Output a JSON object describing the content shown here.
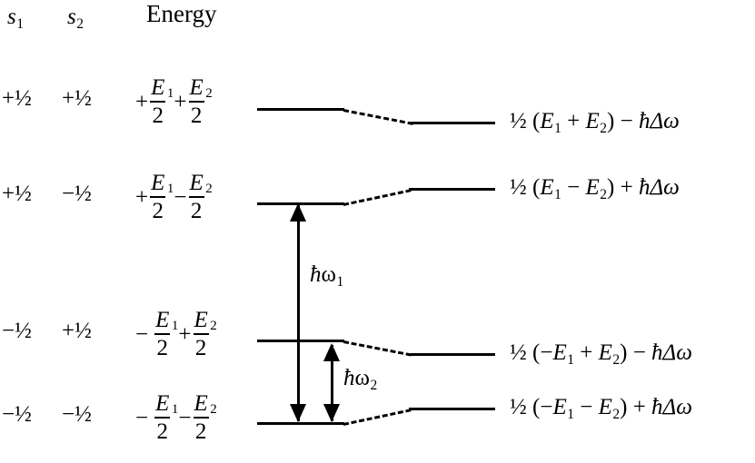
{
  "figure": {
    "type": "energy-level-diagram",
    "title_column_headers": {
      "s1": "s",
      "s1_sub": "1",
      "s2": "s",
      "s2_sub": "2",
      "energy": "Energy"
    },
    "rows": [
      {
        "id": "row-1",
        "s1": "+½",
        "s2": "+½",
        "energy_expr": {
          "sign1": "+",
          "num1": "E",
          "num1_sub": "1",
          "den1": "2",
          "sign2": "+",
          "num2": "E",
          "num2_sub": "2",
          "den2": "2"
        },
        "right_label": {
          "half": "½",
          "open": "(",
          "term1": "E",
          "term1_sub": "1",
          "inner_op": "+",
          "term2": "E",
          "term2_sub": "2",
          "close": ")",
          "outer_op": "−",
          "correction": "ħΔω"
        },
        "shift": "down"
      },
      {
        "id": "row-2",
        "s1": "+½",
        "s2": "−½",
        "energy_expr": {
          "sign1": "+",
          "num1": "E",
          "num1_sub": "1",
          "den1": "2",
          "sign2": "−",
          "num2": "E",
          "num2_sub": "2",
          "den2": "2"
        },
        "right_label": {
          "half": "½",
          "open": "(",
          "term1": "E",
          "term1_sub": "1",
          "inner_op": "−",
          "term2": "E",
          "term2_sub": "2",
          "close": ")",
          "outer_op": "+",
          "correction": "ħΔω"
        },
        "shift": "up"
      },
      {
        "id": "row-3",
        "s1": "−½",
        "s2": "+½",
        "energy_expr": {
          "sign1": "−",
          "num1": "E",
          "num1_sub": "1",
          "den1": "2",
          "sign2": "+",
          "num2": "E",
          "num2_sub": "2",
          "den2": "2"
        },
        "right_label": {
          "half": "½",
          "open": "(−",
          "term1": "E",
          "term1_sub": "1",
          "inner_op": "+",
          "term2": "E",
          "term2_sub": "2",
          "close": ")",
          "outer_op": "−",
          "correction": "ħΔω"
        },
        "shift": "down"
      },
      {
        "id": "row-4",
        "s1": "−½",
        "s2": "−½",
        "energy_expr": {
          "sign1": "−",
          "num1": "E",
          "num1_sub": "1",
          "den1": "2",
          "sign2": "−",
          "num2": "E",
          "num2_sub": "2",
          "den2": "2"
        },
        "right_label": {
          "half": "½",
          "open": "(−",
          "term1": "E",
          "term1_sub": "1",
          "inner_op": "−",
          "term2": "E",
          "term2_sub": "2",
          "close": ")",
          "outer_op": "+",
          "correction": "ħΔω"
        },
        "shift": "up"
      }
    ],
    "transitions": [
      {
        "id": "transition-omega-1",
        "hbar": "ħ",
        "omega": "ω",
        "omega_sub": "1",
        "from_row": "row-2",
        "to_row": "row-4",
        "double_headed": true
      },
      {
        "id": "transition-omega-2",
        "hbar": "ħ",
        "omega": "ω",
        "omega_sub": "2",
        "from_row": "row-3",
        "to_row": "row-4",
        "double_headed": true
      }
    ],
    "colors": {
      "ink": "#000000",
      "background": "#ffffff"
    }
  }
}
